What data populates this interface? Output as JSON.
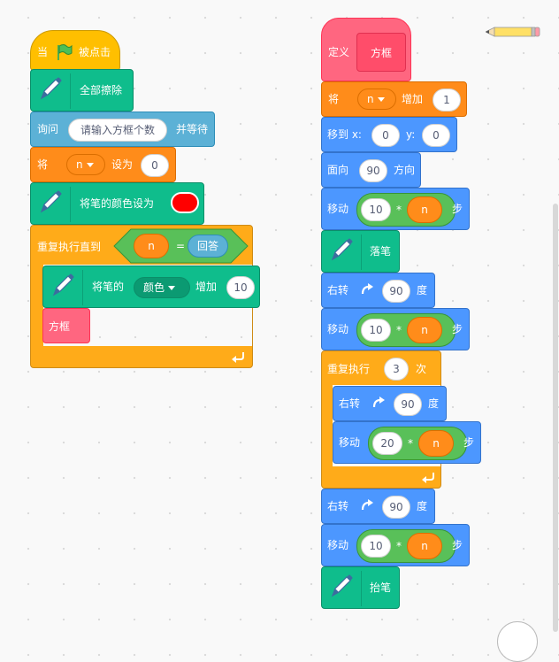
{
  "left_script": {
    "when_flag": {
      "pre": "当",
      "post": "被点击"
    },
    "clear": {
      "label": "全部擦除"
    },
    "ask": {
      "label": "询问",
      "input": "请输入方框个数",
      "suffix": "并等待"
    },
    "set_n": {
      "label": "将",
      "var": "n",
      "mid": "设为",
      "value": "0"
    },
    "set_pen_color": {
      "label": "将笔的颜色设为",
      "color": "#ff0000"
    },
    "repeat_until": {
      "label": "重复执行直到",
      "left": "n",
      "op": "=",
      "right": "回答"
    },
    "change_pen": {
      "label": "将笔的",
      "param": "颜色",
      "mid": "增加",
      "value": "10"
    },
    "call_box": {
      "label": "方框"
    }
  },
  "right_script": {
    "define": {
      "label": "定义",
      "name": "方框"
    },
    "change_n": {
      "label": "将",
      "var": "n",
      "mid": "增加",
      "value": "1"
    },
    "goto": {
      "label": "移到 x:",
      "x": "0",
      "ylabel": "y:",
      "y": "0"
    },
    "point": {
      "label": "面向",
      "value": "90",
      "suffix": "方向"
    },
    "move1": {
      "label": "移动",
      "a": "10",
      "op": "*",
      "b": "n",
      "suffix": "步"
    },
    "pen_down": {
      "label": "落笔"
    },
    "turn1": {
      "label": "右转",
      "value": "90",
      "suffix": "度"
    },
    "move2": {
      "label": "移动",
      "a": "10",
      "op": "*",
      "b": "n",
      "suffix": "步"
    },
    "repeat": {
      "label": "重复执行",
      "value": "3",
      "suffix": "次"
    },
    "turn2": {
      "label": "右转",
      "value": "90",
      "suffix": "度"
    },
    "move3": {
      "label": "移动",
      "a": "20",
      "op": "*",
      "b": "n",
      "suffix": "步"
    },
    "turn3": {
      "label": "右转",
      "value": "90",
      "suffix": "度"
    },
    "move4": {
      "label": "移动",
      "a": "10",
      "op": "*",
      "b": "n",
      "suffix": "步"
    },
    "pen_up": {
      "label": "抬笔"
    }
  },
  "icons": [
    "green-flag-icon",
    "pen-icon",
    "turn-right-icon",
    "loop-arrow-icon",
    "dropdown-caret-icon",
    "pencil-icon"
  ]
}
